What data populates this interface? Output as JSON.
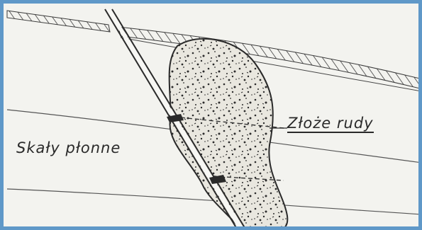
{
  "diagram": {
    "labels": {
      "ore_deposit": "Złoże rudy",
      "host_rocks": "Skały płonne"
    },
    "colors": {
      "frame_border": "#5f98c8",
      "paper": "#f3f3ef",
      "ink": "#2a2a2a"
    },
    "elements": [
      "surface-hatched-layer",
      "fault-plane",
      "ore-body-stippled",
      "rock-layer-boundaries"
    ]
  }
}
